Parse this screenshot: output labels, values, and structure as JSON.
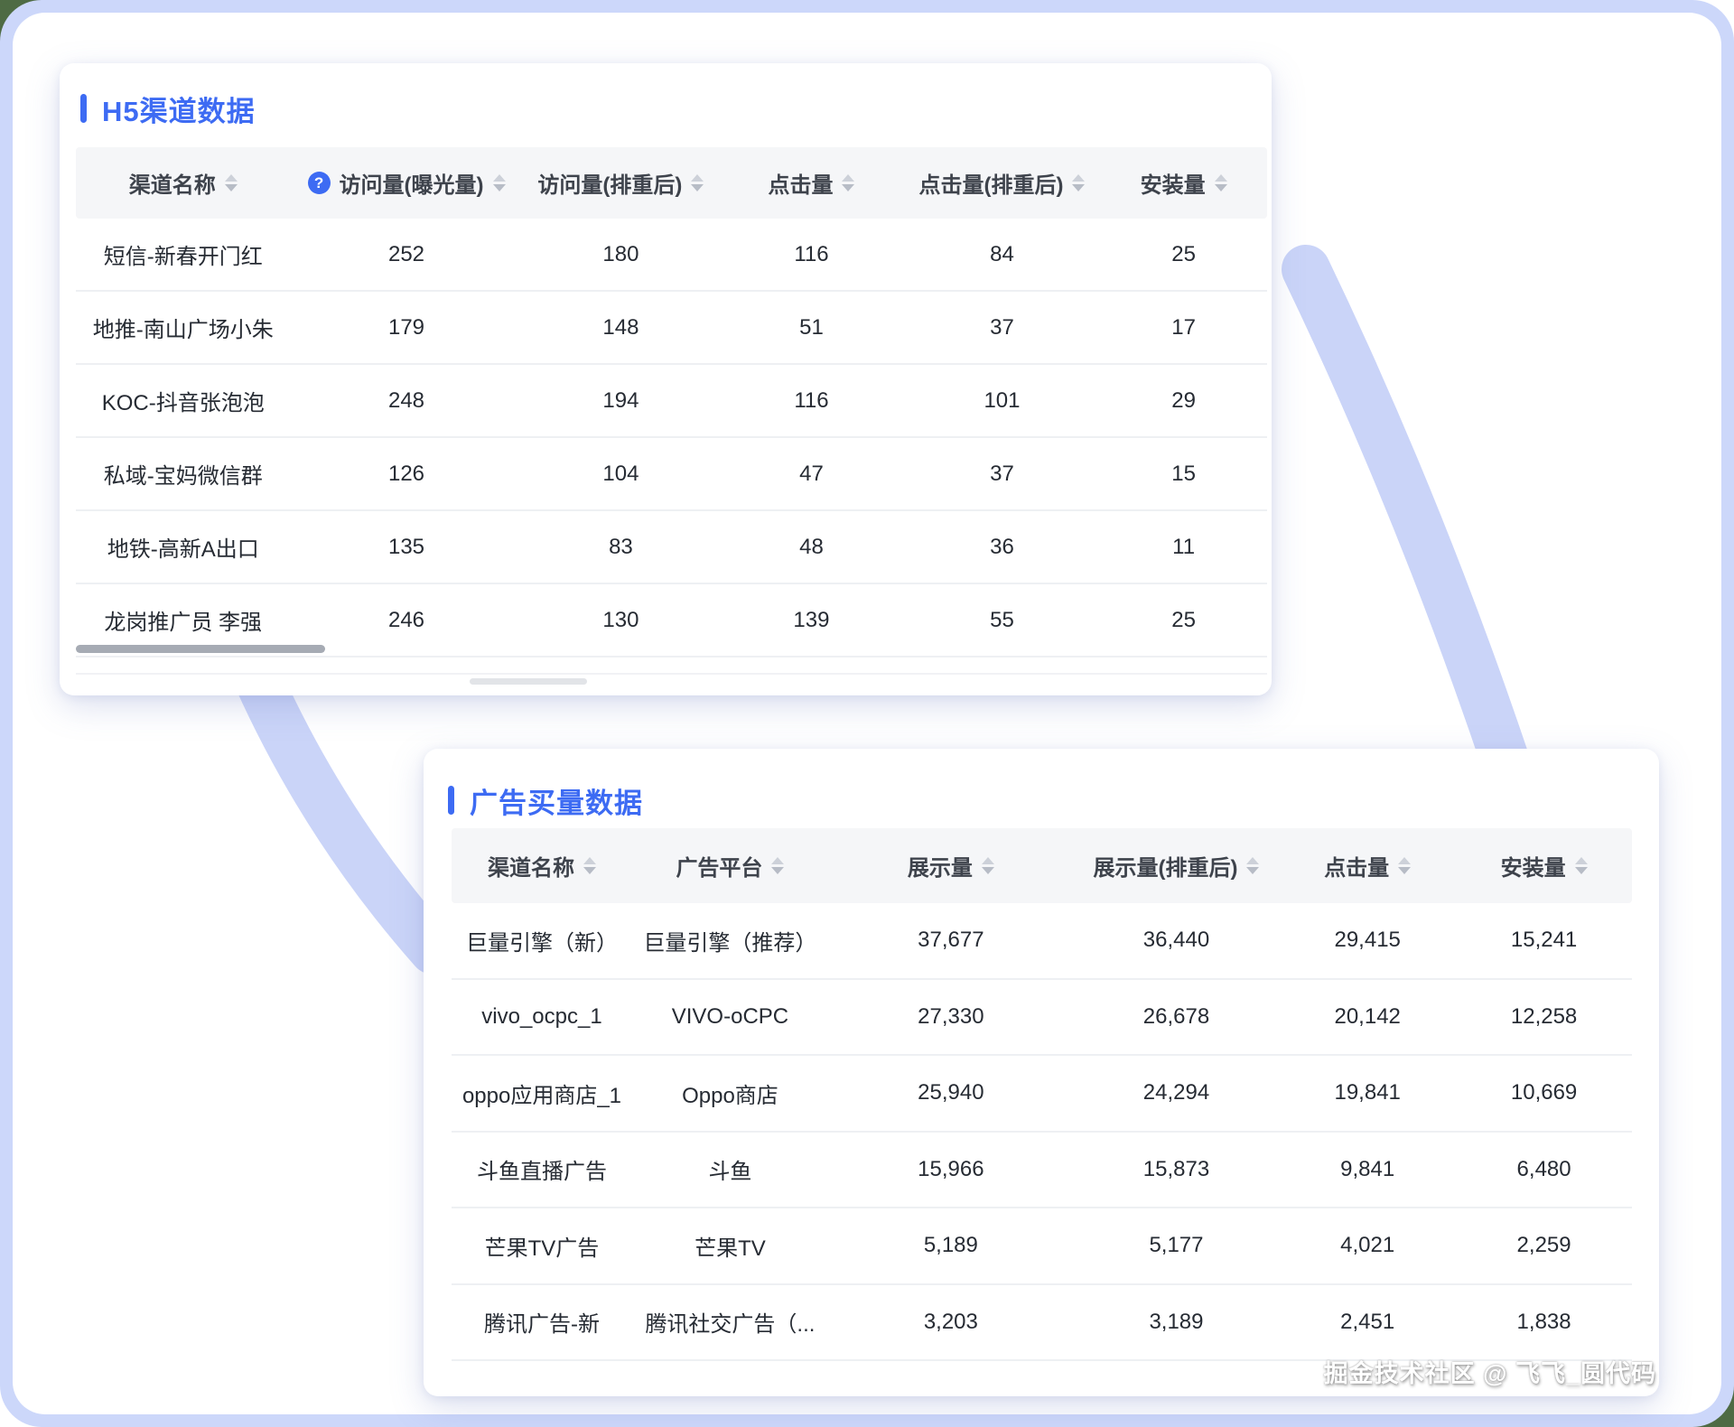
{
  "watermark": "掘金技术社区 @ 飞飞_圆代码",
  "accent_color": "#3D6BF3",
  "decor_ring_color": "#cad4f8",
  "tables": [
    {
      "title": "H5渠道数据",
      "columns": [
        {
          "label": "渠道名称",
          "sortable": true
        },
        {
          "label": "访问量(曝光量)",
          "sortable": true,
          "help": true
        },
        {
          "label": "访问量(排重后)",
          "sortable": true
        },
        {
          "label": "点击量",
          "sortable": true
        },
        {
          "label": "点击量(排重后)",
          "sortable": true
        },
        {
          "label": "安装量",
          "sortable": true
        }
      ],
      "rows": [
        [
          "短信-新春开门红",
          "252",
          "180",
          "116",
          "84",
          "25"
        ],
        [
          "地推-南山广场小朱",
          "179",
          "148",
          "51",
          "37",
          "17"
        ],
        [
          "KOC-抖音张泡泡",
          "248",
          "194",
          "116",
          "101",
          "29"
        ],
        [
          "私域-宝妈微信群",
          "126",
          "104",
          "47",
          "37",
          "15"
        ],
        [
          "地铁-高新A出口",
          "135",
          "83",
          "48",
          "36",
          "11"
        ],
        [
          "龙岗推广员 李强",
          "246",
          "130",
          "139",
          "55",
          "25"
        ]
      ]
    },
    {
      "title": "广告买量数据",
      "columns": [
        {
          "label": "渠道名称",
          "sortable": true
        },
        {
          "label": "广告平台",
          "sortable": true
        },
        {
          "label": "展示量",
          "sortable": true
        },
        {
          "label": "展示量(排重后)",
          "sortable": true
        },
        {
          "label": "点击量",
          "sortable": true
        },
        {
          "label": "安装量",
          "sortable": true
        }
      ],
      "rows": [
        [
          "巨量引擎（新）",
          "巨量引擎（推荐）",
          "37,677",
          "36,440",
          "29,415",
          "15,241"
        ],
        [
          "vivo_ocpc_1",
          "VIVO-oCPC",
          "27,330",
          "26,678",
          "20,142",
          "12,258"
        ],
        [
          "oppo应用商店_1",
          "Oppo商店",
          "25,940",
          "24,294",
          "19,841",
          "10,669"
        ],
        [
          "斗鱼直播广告",
          "斗鱼",
          "15,966",
          "15,873",
          "9,841",
          "6,480"
        ],
        [
          "芒果TV广告",
          "芒果TV",
          "5,189",
          "5,177",
          "4,021",
          "2,259"
        ],
        [
          "腾讯广告-新",
          "腾讯社交广告（...",
          "3,203",
          "3,189",
          "2,451",
          "1,838"
        ]
      ]
    }
  ]
}
